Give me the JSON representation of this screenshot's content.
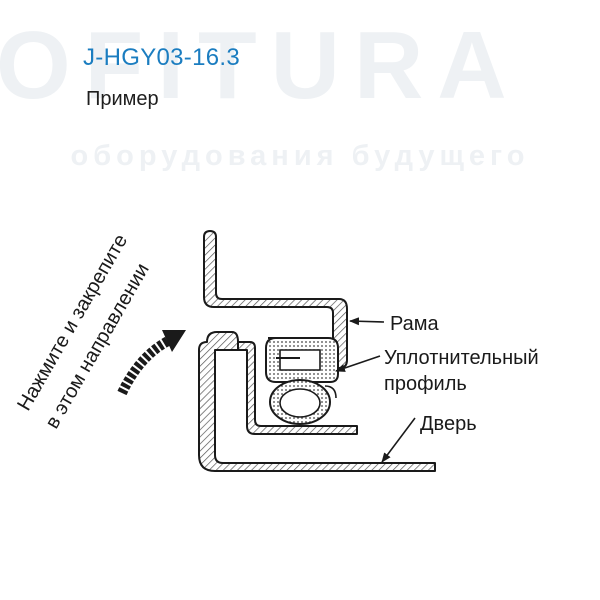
{
  "watermark": {
    "brand": "OFITURA",
    "tagline": "оборудования будущего"
  },
  "header": {
    "model_code": "J-HGY03-16.3",
    "subtitle": "Пример"
  },
  "instruction": {
    "line1": "Нажмите и закрепите",
    "line2": "в этом направлении"
  },
  "labels": {
    "frame": "Рама",
    "seal_line1": "Уплотнительный",
    "seal_line2": "профиль",
    "door": "Дверь"
  },
  "colors": {
    "model_code": "#1b7dc0",
    "line": "#1a1a1a",
    "hatch": "#555555",
    "watermark": "#eef1f4"
  }
}
